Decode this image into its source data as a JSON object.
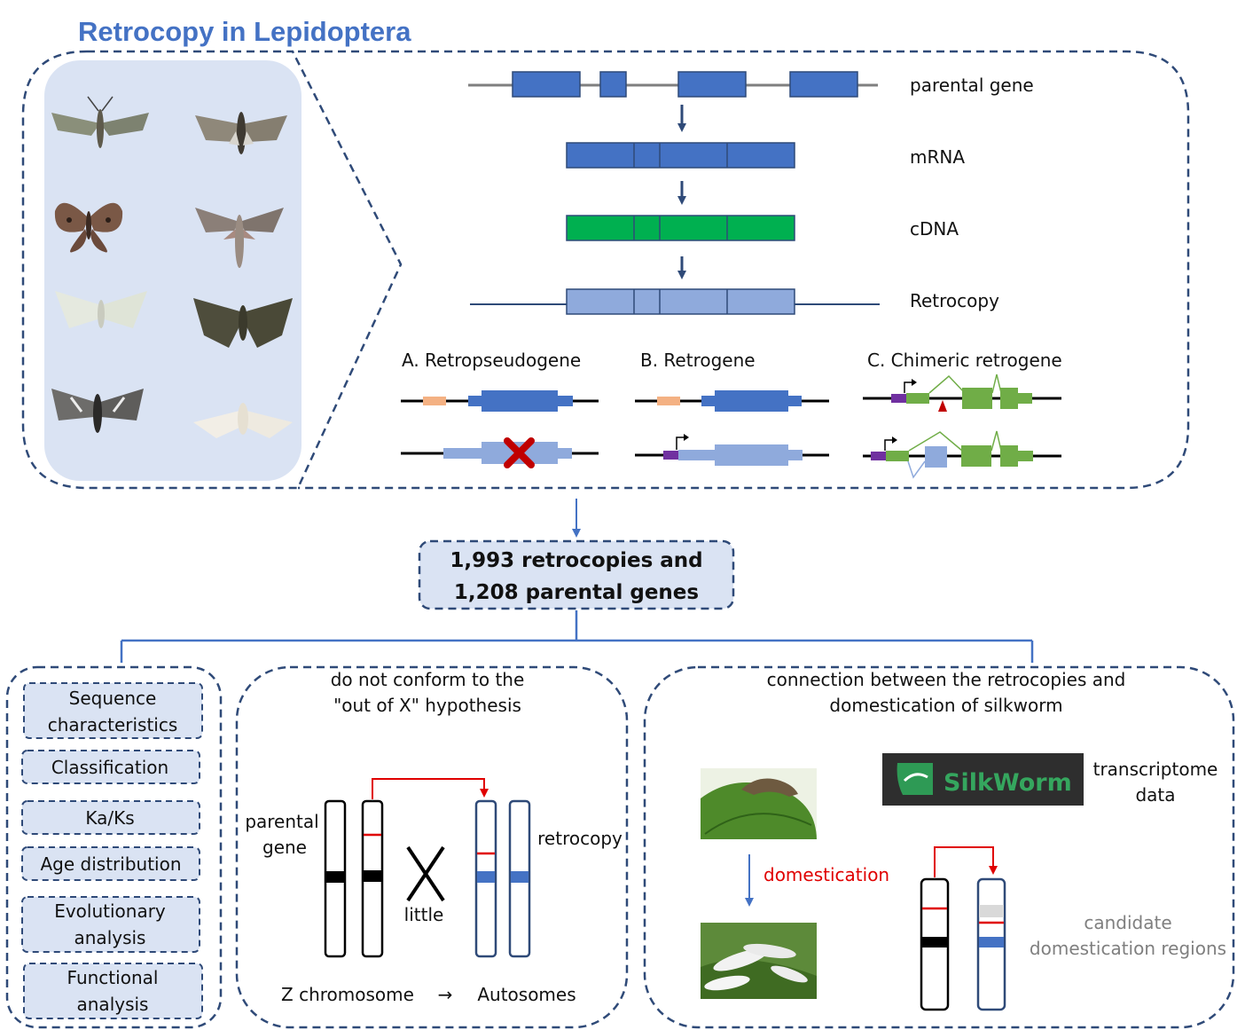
{
  "title": "Retrocopy in Lepidoptera",
  "colors": {
    "title_blue": "#4472C4",
    "frame_dash": "#2F4A78",
    "exon_blue": "#4472C4",
    "exon_light": "#8FAADC",
    "cdna_green": "#00B050",
    "chimeric_green": "#70AD47",
    "utr_orange": "#F4B183",
    "promoter_purple": "#7030A0",
    "red": "#E00000",
    "panel_bg": "#DAE3F3",
    "gray_text": "#7F7F7F"
  },
  "moth_panel": {
    "images": [
      "moth-1",
      "moth-2",
      "moth-3",
      "moth-4",
      "moth-5",
      "moth-6",
      "moth-7",
      "moth-8"
    ]
  },
  "pipeline": {
    "parental_gene": "parental gene",
    "mrna": "mRNA",
    "cdna": "cDNA",
    "retrocopy": "Retrocopy"
  },
  "types": {
    "a": "A. Retropseudogene",
    "b": "B. Retrogene",
    "c": "C. Chimeric retrogene"
  },
  "summary": {
    "line1": "1,993 retrocopies and",
    "line2": "1,208 parental genes"
  },
  "analyses": [
    {
      "line1": "Sequence",
      "line2": "characteristics"
    },
    {
      "line1": "Classification",
      "line2": ""
    },
    {
      "line1": "Ka/Ks",
      "line2": ""
    },
    {
      "line1": "Age distribution",
      "line2": ""
    },
    {
      "line1": "Evolutionary",
      "line2": "analysis"
    },
    {
      "line1": "Functional",
      "line2": "analysis"
    }
  ],
  "outofx": {
    "title1": "do not conform to the",
    "title2": "\"out of X\" hypothesis",
    "parental1": "parental",
    "parental2": "gene",
    "retrocopy": "retrocopy",
    "little": "little",
    "z": "Z chromosome",
    "arrow": "→",
    "auto": "Autosomes"
  },
  "silkworm": {
    "title1": "connection between the retrocopies and",
    "title2": "domestication of silkworm",
    "logo": "SilkWorm",
    "tx1": "transcriptome",
    "tx2": "data",
    "domestication": "domestication",
    "cand1": "candidate",
    "cand2": "domestication regions"
  }
}
